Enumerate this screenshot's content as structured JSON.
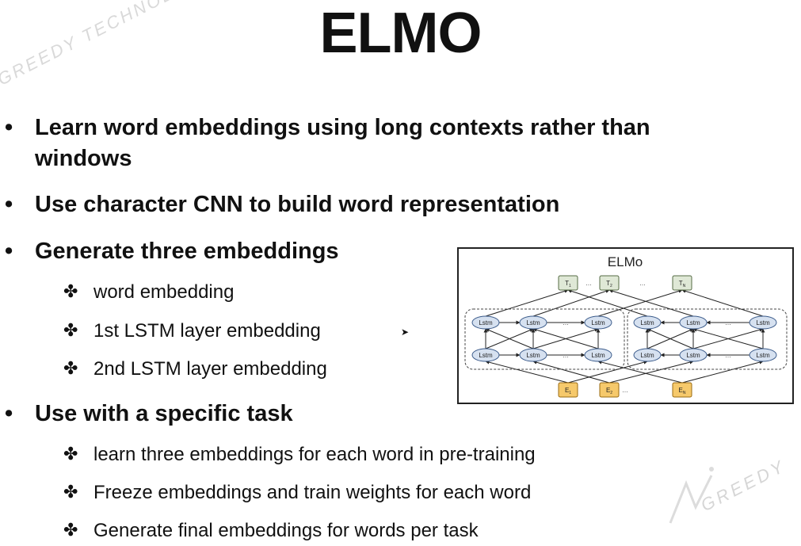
{
  "title": "ELMO",
  "watermark": "GREEDY TECHNOLOGY",
  "watermark_br": "GREEDY",
  "bullets": [
    {
      "text_line1": "Learn word embeddings using long contexts rather than",
      "text_line2": "windows"
    },
    {
      "text": "Use character CNN to build word representation"
    },
    {
      "text": "Generate three embeddings",
      "subs": [
        "word embedding",
        "1st LSTM layer embedding",
        "2nd LSTM layer embedding"
      ]
    },
    {
      "text": "Use with a specific task",
      "subs": [
        "learn three embeddings for each word in pre-training",
        "Freeze embeddings and train weights for each word",
        "Generate final embeddings for words per task"
      ]
    }
  ],
  "diagram": {
    "title": "ELMo",
    "outputs": [
      "T1",
      "T2",
      "TN"
    ],
    "inputs": [
      "E1",
      "E2",
      "EN"
    ],
    "cell_label": "Lstm",
    "ellipsis": "...",
    "colors": {
      "output_fill": "#dfe8d6",
      "input_fill": "#f6c96b",
      "cell_fill": "#d6e1f0"
    }
  }
}
